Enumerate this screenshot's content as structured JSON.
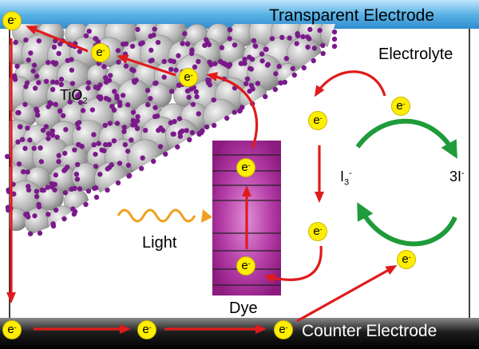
{
  "labels": {
    "top_electrode": "Transparent Electrode",
    "bottom_electrode": "Counter Electrode",
    "electrolyte": "Electrolyte",
    "tio2_base": "TiO",
    "tio2_sub": "2",
    "light": "Light",
    "dye": "Dye",
    "iodide_base": "I",
    "iodide_sub": "3",
    "iodide_sup": "-",
    "triiodide_base": "3I",
    "triiodide_sup": "-"
  },
  "electron": {
    "symbol": "e",
    "charge": "-"
  },
  "colors": {
    "top_bar": "#5ab3e6",
    "bottom_bar": "#2a2a2a",
    "red_arrow": "#e01b1b",
    "green_arrow": "#1e9b3a",
    "electron_fill": "#ffee00",
    "dye_fill": "#a0208e",
    "dot_color": "#7a1a8a",
    "light_wave": "#f0a020"
  }
}
